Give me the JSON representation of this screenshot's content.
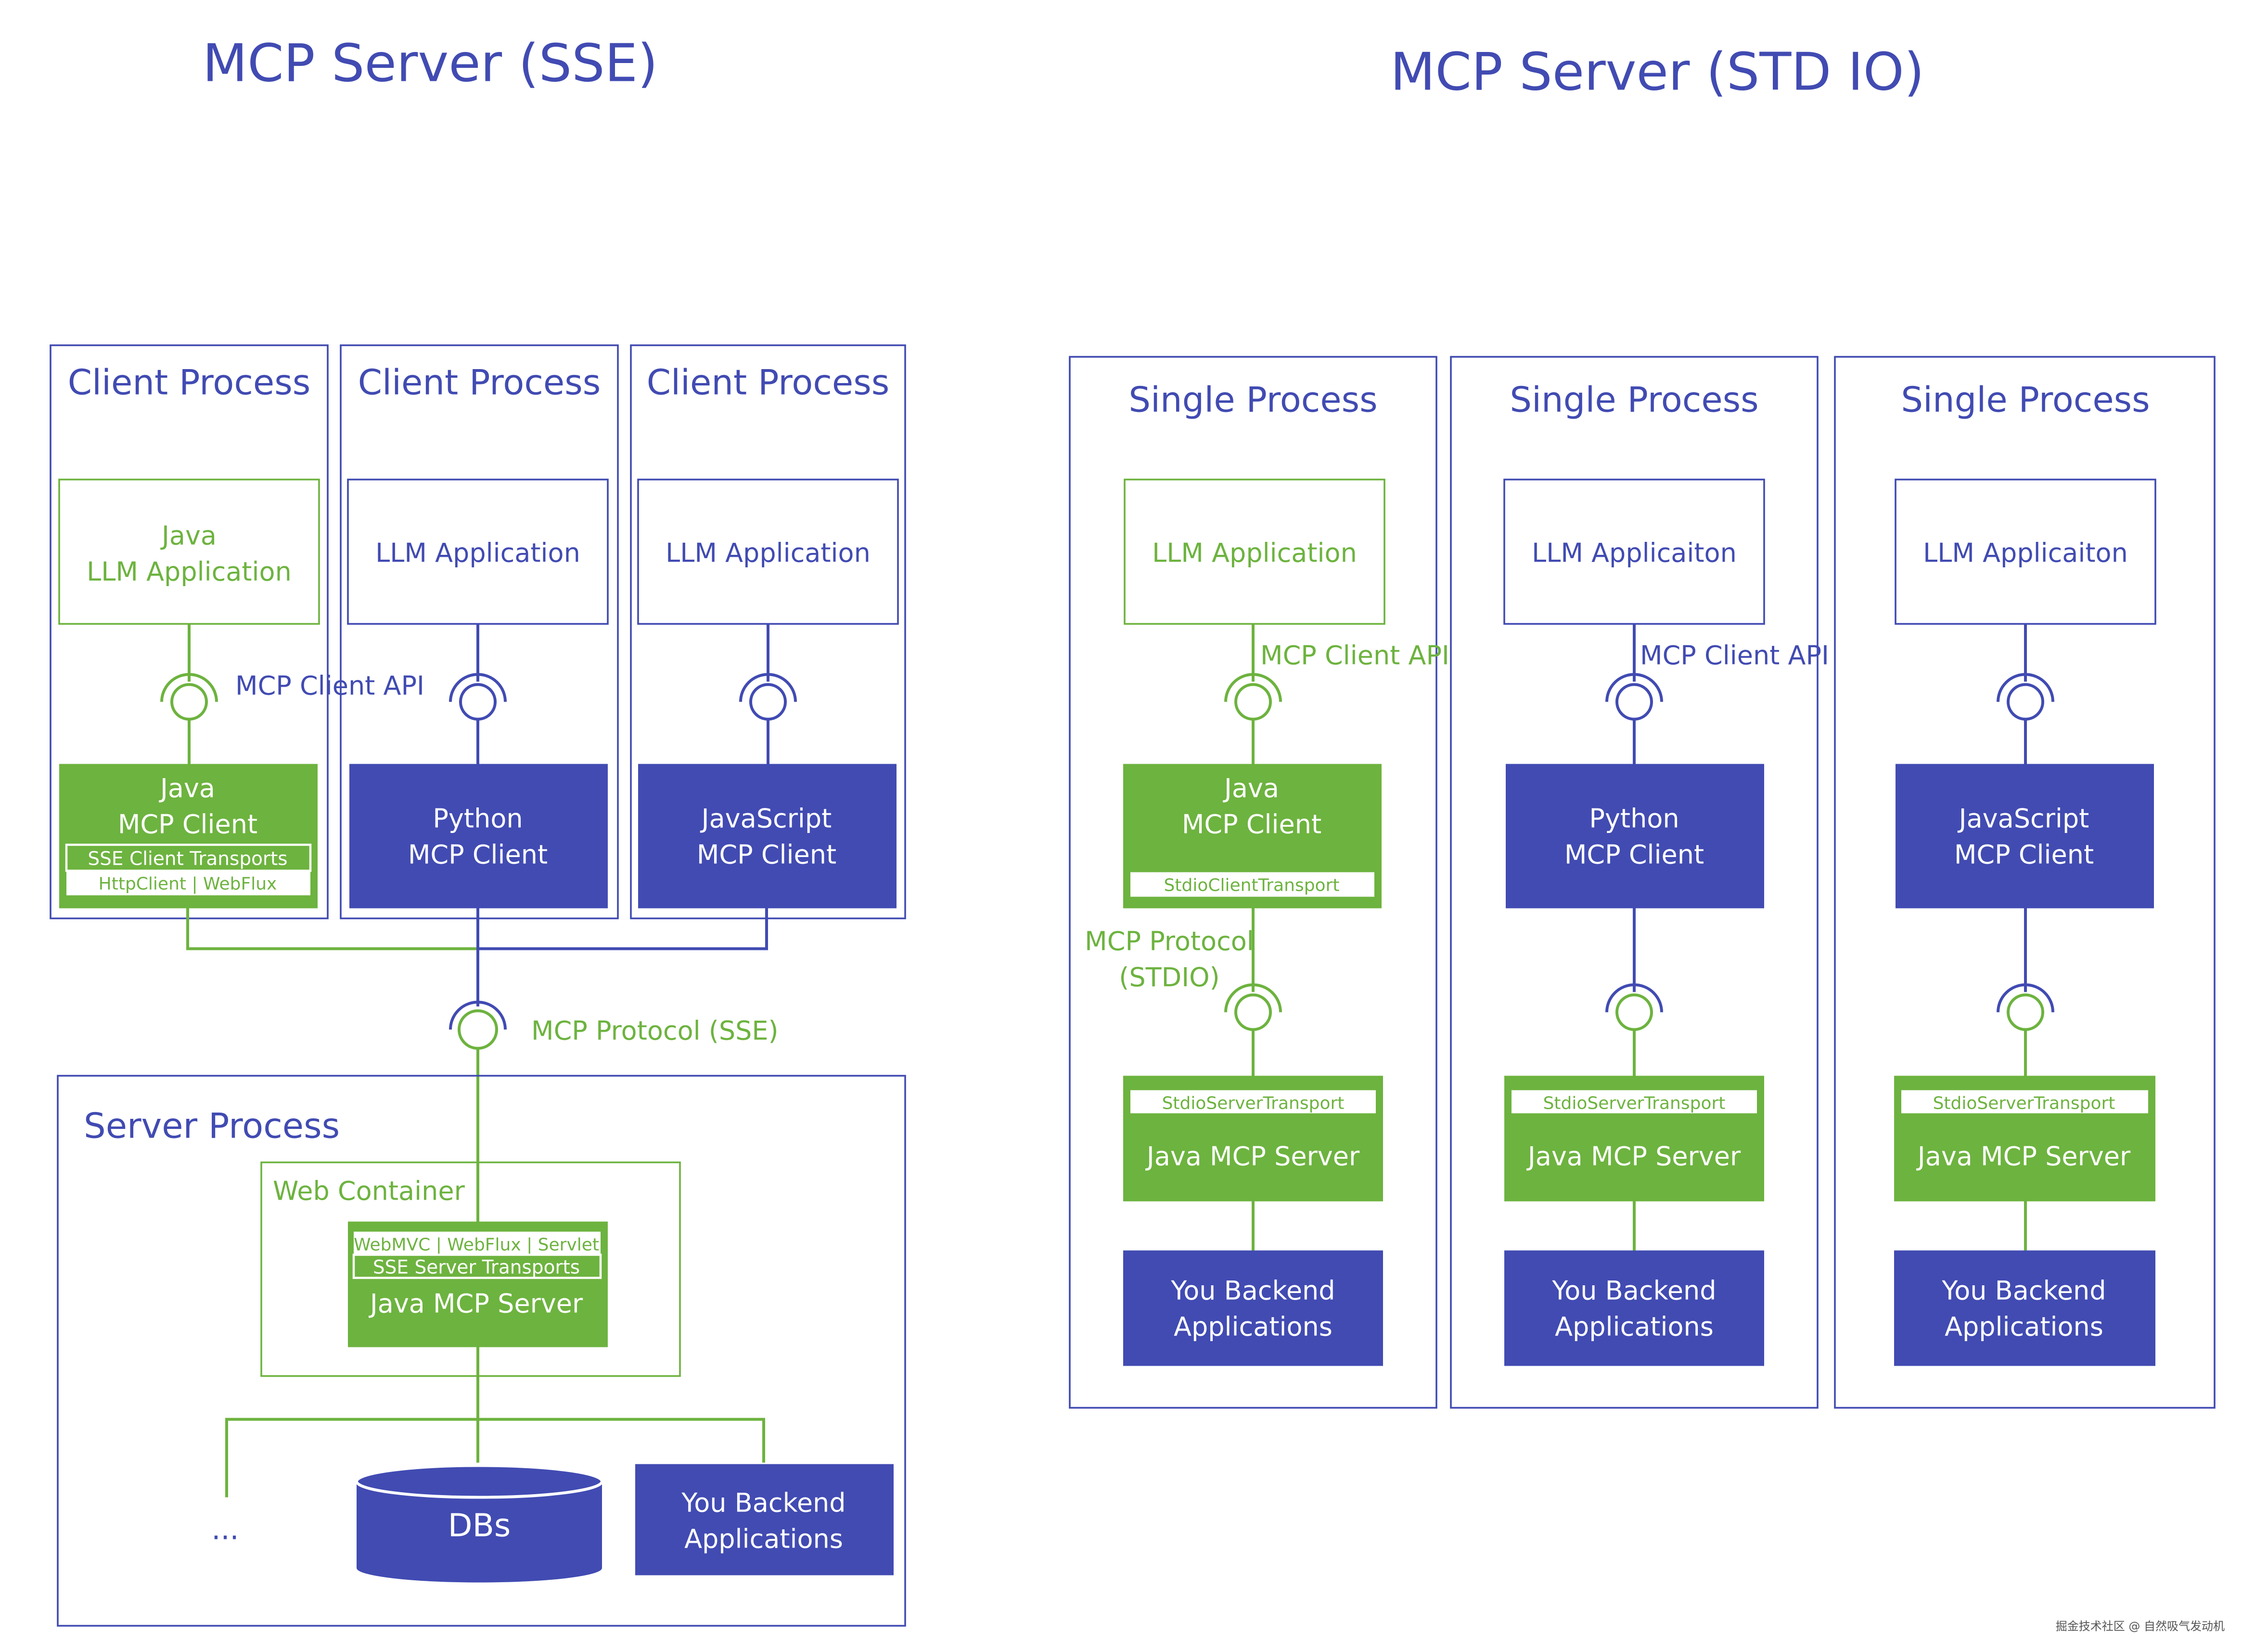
{
  "colors": {
    "blue": "#414bb2",
    "green": "#6db33f",
    "white": "#ffffff"
  },
  "sse": {
    "title": "MCP Server (SSE)",
    "client_process_label": "Client Process",
    "clients": [
      {
        "app_lines": [
          "Java",
          "LLM Application"
        ],
        "client_lines": [
          "Java",
          "MCP Client"
        ],
        "transport_label": "SSE Client Transports",
        "transport_impl": "HttpClient | WebFlux"
      },
      {
        "app_lines": [
          "LLM Application"
        ],
        "client_lines": [
          "Python",
          "MCP Client"
        ]
      },
      {
        "app_lines": [
          "LLM Application"
        ],
        "client_lines": [
          "JavaScript",
          "MCP Client"
        ]
      }
    ],
    "client_api_label": "MCP Client API",
    "protocol_label": "MCP Protocol (SSE)",
    "server_process_label": "Server Process",
    "web_container_label": "Web Container",
    "server_impl": "WebMVC | WebFlux | Servlet",
    "server_transport": "SSE Server Transports",
    "server_name": "Java MCP Server",
    "ellipsis": "...",
    "db_label": "DBs",
    "backend_lines": [
      "You Backend",
      "Applications"
    ]
  },
  "stdio": {
    "title": "MCP Server (STD IO)",
    "single_process_label": "Single Process",
    "columns": [
      {
        "app_label": "LLM Application",
        "client_lines": [
          "Java",
          "MCP Client"
        ],
        "client_transport": "StdioClientTransport",
        "server_transport": "StdioServerTransport",
        "server_name": "Java MCP Server",
        "backend_lines": [
          "You Backend",
          "Applications"
        ]
      },
      {
        "app_label": "LLM Applicaiton",
        "client_lines": [
          "Python",
          "MCP Client"
        ],
        "server_transport": "StdioServerTransport",
        "server_name": "Java MCP Server",
        "backend_lines": [
          "You Backend",
          "Applications"
        ]
      },
      {
        "app_label": "LLM Applicaiton",
        "client_lines": [
          "JavaScript",
          "MCP Client"
        ],
        "server_transport": "StdioServerTransport",
        "server_name": "Java MCP Server",
        "backend_lines": [
          "You Backend",
          "Applications"
        ]
      }
    ],
    "client_api_label": "MCP Client API",
    "protocol_lines": [
      "MCP Protocol",
      "(STDIO)"
    ]
  },
  "watermark": "掘金技术社区 @ 自然吸气发动机"
}
